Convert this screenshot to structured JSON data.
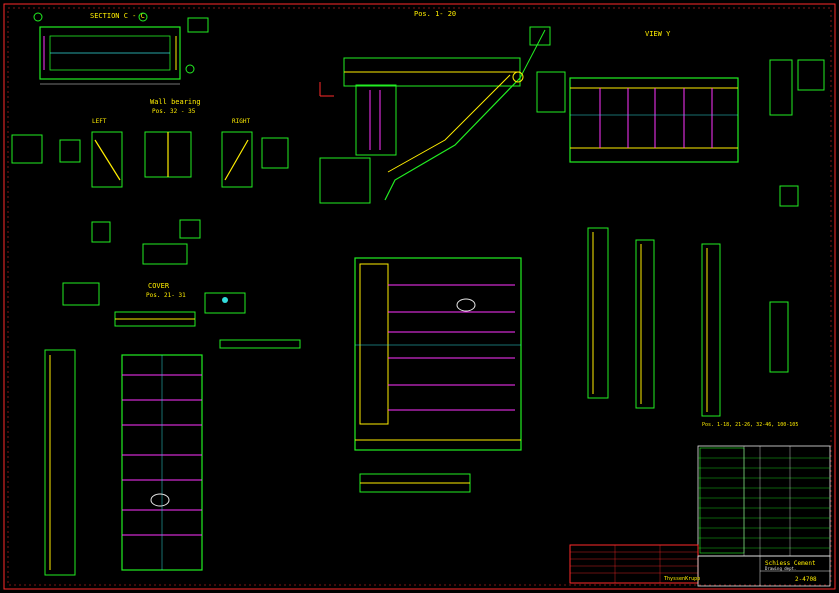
{
  "colors": {
    "background": "#000000",
    "frame": "#ff2a2a",
    "outline": "#22ee22",
    "dimension": "#e8e8e8",
    "highlight": "#ffee00",
    "member": "#ff33ff",
    "label": "#ffee00",
    "cyan": "#33dddd",
    "plate": "#ff00ff"
  },
  "labels": {
    "section_cc": "SECTION C - C",
    "pos_1_20": "Pos. 1- 20",
    "view_y": "VIEW Y",
    "wall_bearing": "Wall bearing",
    "pos_32_35": "Pos. 32 - 35",
    "left": "LEFT",
    "right": "RIGHT",
    "cover": "COVER",
    "pos_21_31": "Pos. 21- 31",
    "part_numbers_note": "Pos. 1-18, 21-26, 32-46, 100-105"
  },
  "title_block": {
    "company": "Schiess Cement",
    "company_sub": "Drawing dept.",
    "manufacturer": "ThyssenKrupp",
    "drawing_no": "2-4708"
  },
  "icons": {
    "north_arrow": "axis-arrow-icon"
  }
}
